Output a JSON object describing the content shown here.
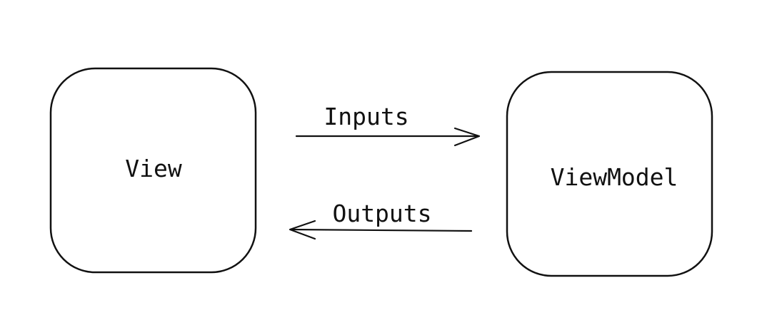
{
  "diagram": {
    "nodes": {
      "view": {
        "label": "View"
      },
      "viewmodel": {
        "label": "ViewModel"
      }
    },
    "edges": {
      "inputs": {
        "label": "Inputs",
        "from": "View",
        "to": "ViewModel"
      },
      "outputs": {
        "label": "Outputs",
        "from": "ViewModel",
        "to": "View"
      }
    },
    "colors": {
      "stroke": "#111111",
      "background": "#ffffff"
    }
  }
}
